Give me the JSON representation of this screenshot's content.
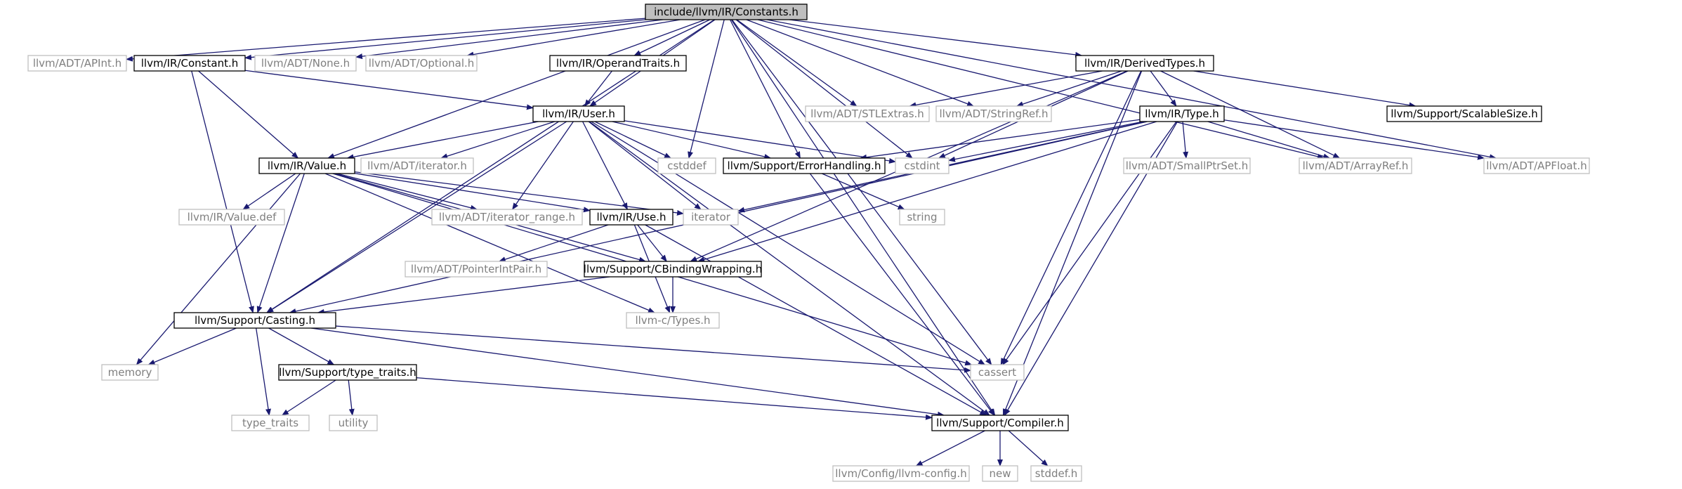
{
  "diagram": {
    "type": "include-dependency-graph",
    "edge_color": "#191970",
    "nodes": [
      {
        "id": "constants",
        "label": "include/llvm/IR/Constants.h",
        "kind": "main"
      },
      {
        "id": "apint",
        "label": "llvm/ADT/APInt.h",
        "kind": "external"
      },
      {
        "id": "constant",
        "label": "llvm/IR/Constant.h",
        "kind": "documented"
      },
      {
        "id": "none",
        "label": "llvm/ADT/None.h",
        "kind": "external"
      },
      {
        "id": "optional",
        "label": "llvm/ADT/Optional.h",
        "kind": "external"
      },
      {
        "id": "operandtraits",
        "label": "llvm/IR/OperandTraits.h",
        "kind": "documented"
      },
      {
        "id": "derivedtypes",
        "label": "llvm/IR/DerivedTypes.h",
        "kind": "documented"
      },
      {
        "id": "user",
        "label": "llvm/IR/User.h",
        "kind": "documented"
      },
      {
        "id": "stlextras",
        "label": "llvm/ADT/STLExtras.h",
        "kind": "external"
      },
      {
        "id": "stringref",
        "label": "llvm/ADT/StringRef.h",
        "kind": "external"
      },
      {
        "id": "scalablesize",
        "label": "llvm/Support/ScalableSize.h",
        "kind": "documented"
      },
      {
        "id": "value",
        "label": "llvm/IR/Value.h",
        "kind": "documented"
      },
      {
        "id": "adtiterator",
        "label": "llvm/ADT/iterator.h",
        "kind": "external"
      },
      {
        "id": "cstddef",
        "label": "cstddef",
        "kind": "external"
      },
      {
        "id": "errorhandling",
        "label": "llvm/Support/ErrorHandling.h",
        "kind": "documented"
      },
      {
        "id": "cstdint",
        "label": "cstdint",
        "kind": "external"
      },
      {
        "id": "type",
        "label": "llvm/IR/Type.h",
        "kind": "documented"
      },
      {
        "id": "smallptrset",
        "label": "llvm/ADT/SmallPtrSet.h",
        "kind": "external"
      },
      {
        "id": "arrayref",
        "label": "llvm/ADT/ArrayRef.h",
        "kind": "external"
      },
      {
        "id": "apfloat",
        "label": "llvm/ADT/APFloat.h",
        "kind": "external"
      },
      {
        "id": "valuedef",
        "label": "llvm/IR/Value.def",
        "kind": "external"
      },
      {
        "id": "iteratorrange",
        "label": "llvm/ADT/iterator_range.h",
        "kind": "external"
      },
      {
        "id": "use",
        "label": "llvm/IR/Use.h",
        "kind": "documented"
      },
      {
        "id": "iterator",
        "label": "iterator",
        "kind": "external"
      },
      {
        "id": "string",
        "label": "string",
        "kind": "external"
      },
      {
        "id": "pointerintpair",
        "label": "llvm/ADT/PointerIntPair.h",
        "kind": "external"
      },
      {
        "id": "cbinding",
        "label": "llvm/Support/CBindingWrapping.h",
        "kind": "documented"
      },
      {
        "id": "casting",
        "label": "llvm/Support/Casting.h",
        "kind": "documented"
      },
      {
        "id": "ctypes",
        "label": "llvm-c/Types.h",
        "kind": "external"
      },
      {
        "id": "memory",
        "label": "memory",
        "kind": "external"
      },
      {
        "id": "cassert",
        "label": "cassert",
        "kind": "external"
      },
      {
        "id": "typetraitsh",
        "label": "llvm/Support/type_traits.h",
        "kind": "documented"
      },
      {
        "id": "typetraits",
        "label": "type_traits",
        "kind": "external"
      },
      {
        "id": "utility",
        "label": "utility",
        "kind": "external"
      },
      {
        "id": "compiler",
        "label": "llvm/Support/Compiler.h",
        "kind": "documented"
      },
      {
        "id": "llvmconfig",
        "label": "llvm/Config/llvm-config.h",
        "kind": "external"
      },
      {
        "id": "new",
        "label": "new",
        "kind": "external"
      },
      {
        "id": "stddef",
        "label": "stddef.h",
        "kind": "external"
      }
    ],
    "edges": [
      [
        "constants",
        "apint"
      ],
      [
        "constants",
        "constant"
      ],
      [
        "constants",
        "none"
      ],
      [
        "constants",
        "optional"
      ],
      [
        "constants",
        "operandtraits"
      ],
      [
        "constants",
        "derivedtypes"
      ],
      [
        "constants",
        "user"
      ],
      [
        "constants",
        "value"
      ],
      [
        "constants",
        "casting"
      ],
      [
        "constants",
        "cstddef"
      ],
      [
        "constants",
        "errorhandling"
      ],
      [
        "constants",
        "cstdint"
      ],
      [
        "constants",
        "stlextras"
      ],
      [
        "constants",
        "stringref"
      ],
      [
        "constants",
        "arrayref"
      ],
      [
        "constants",
        "apfloat"
      ],
      [
        "constants",
        "cassert"
      ],
      [
        "constants",
        "compiler"
      ],
      [
        "constant",
        "user"
      ],
      [
        "constant",
        "value"
      ],
      [
        "constant",
        "casting"
      ],
      [
        "operandtraits",
        "user"
      ],
      [
        "derivedtypes",
        "type"
      ],
      [
        "derivedtypes",
        "stlextras"
      ],
      [
        "derivedtypes",
        "stringref"
      ],
      [
        "derivedtypes",
        "scalablesize"
      ],
      [
        "derivedtypes",
        "arrayref"
      ],
      [
        "derivedtypes",
        "cstdint"
      ],
      [
        "derivedtypes",
        "cassert"
      ],
      [
        "derivedtypes",
        "compiler"
      ],
      [
        "derivedtypes",
        "cbinding"
      ],
      [
        "user",
        "value"
      ],
      [
        "user",
        "adtiterator"
      ],
      [
        "user",
        "cstddef"
      ],
      [
        "user",
        "errorhandling"
      ],
      [
        "user",
        "cstdint"
      ],
      [
        "user",
        "iteratorrange"
      ],
      [
        "user",
        "use"
      ],
      [
        "user",
        "iterator"
      ],
      [
        "user",
        "casting"
      ],
      [
        "user",
        "cassert"
      ],
      [
        "user",
        "compiler"
      ],
      [
        "type",
        "errorhandling"
      ],
      [
        "type",
        "cstdint"
      ],
      [
        "type",
        "smallptrset"
      ],
      [
        "type",
        "arrayref"
      ],
      [
        "type",
        "apfloat"
      ],
      [
        "type",
        "iterator"
      ],
      [
        "type",
        "cbinding"
      ],
      [
        "type",
        "casting"
      ],
      [
        "type",
        "cassert"
      ],
      [
        "type",
        "compiler"
      ],
      [
        "value",
        "valuedef"
      ],
      [
        "value",
        "iteratorrange"
      ],
      [
        "value",
        "use"
      ],
      [
        "value",
        "iterator"
      ],
      [
        "value",
        "cbinding"
      ],
      [
        "value",
        "casting"
      ],
      [
        "value",
        "memory"
      ],
      [
        "value",
        "cassert"
      ],
      [
        "value",
        "ctypes"
      ],
      [
        "errorhandling",
        "string"
      ],
      [
        "errorhandling",
        "compiler"
      ],
      [
        "use",
        "pointerintpair"
      ],
      [
        "use",
        "cbinding"
      ],
      [
        "use",
        "ctypes"
      ],
      [
        "use",
        "compiler"
      ],
      [
        "cbinding",
        "casting"
      ],
      [
        "cbinding",
        "ctypes"
      ],
      [
        "casting",
        "memory"
      ],
      [
        "casting",
        "cassert"
      ],
      [
        "casting",
        "typetraitsh"
      ],
      [
        "casting",
        "typetraits"
      ],
      [
        "casting",
        "compiler"
      ],
      [
        "typetraitsh",
        "typetraits"
      ],
      [
        "typetraitsh",
        "utility"
      ],
      [
        "typetraitsh",
        "compiler"
      ],
      [
        "compiler",
        "llvmconfig"
      ],
      [
        "compiler",
        "new"
      ],
      [
        "compiler",
        "stddef"
      ]
    ]
  }
}
